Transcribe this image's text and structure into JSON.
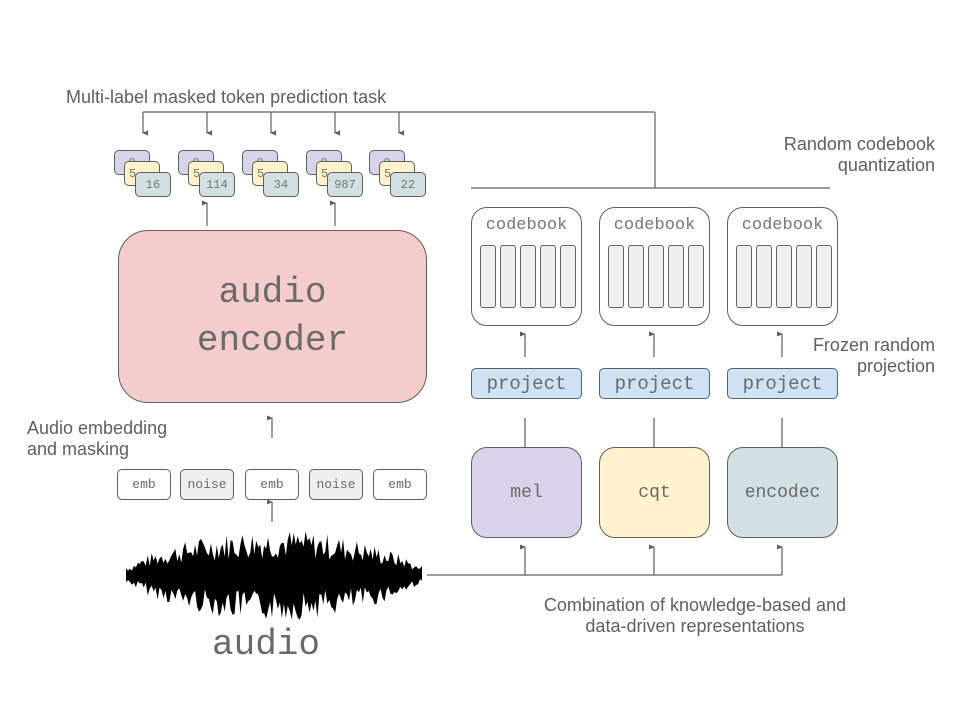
{
  "labels": {
    "task": "Multi-label masked token prediction task",
    "quant_line1": "Random codebook",
    "quant_line2": "quantization",
    "proj_line1": "Frozen random",
    "proj_line2": "projection",
    "embed_line1": "Audio embedding",
    "embed_line2": "and masking",
    "combo_line1": "Combination of knowledge-based and",
    "combo_line2": "data-driven representations"
  },
  "encoder": {
    "line1": "audio",
    "line2": "encoder",
    "color": "#f4cccc"
  },
  "audio_label": "audio",
  "tokens": [
    {
      "back": "0",
      "mid": "5",
      "front": "16"
    },
    {
      "back": "0",
      "mid": "5",
      "front": "114"
    },
    {
      "back": "0",
      "mid": "5",
      "front": "34"
    },
    {
      "back": "0",
      "mid": "5",
      "front": "987"
    },
    {
      "back": "0",
      "mid": "5",
      "front": "22"
    }
  ],
  "embeddings": [
    "emb",
    "noise",
    "emb",
    "noise",
    "emb"
  ],
  "codebooks": [
    {
      "title": "codebook"
    },
    {
      "title": "codebook"
    },
    {
      "title": "codebook"
    }
  ],
  "projections": [
    "project",
    "project",
    "project"
  ],
  "features": [
    {
      "label": "mel",
      "color": "#d9d2e9"
    },
    {
      "label": "cqt",
      "color": "#fff2cc"
    },
    {
      "label": "encodec",
      "color": "#d0e0e3"
    }
  ],
  "colors": {
    "line": "#5f5f5f",
    "project": "#cfe2f3",
    "noise": "#efefef"
  }
}
